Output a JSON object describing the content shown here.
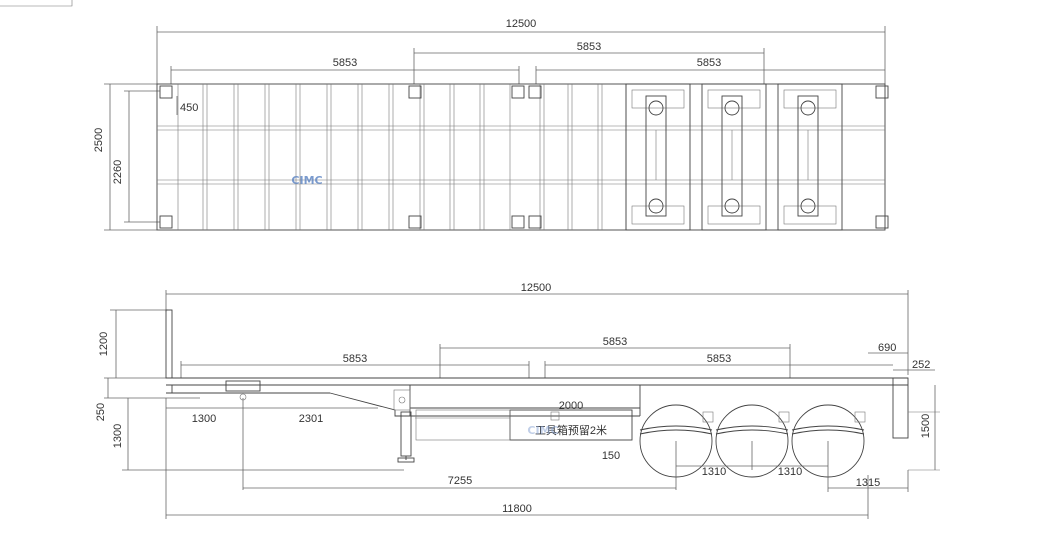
{
  "watermark": "CIMC",
  "watermark_color": "#5f86c4",
  "top_view": {
    "overall_length": "12500",
    "container_spacing_left": "5853",
    "container_spacing_mid": "5853",
    "container_spacing_right": "5853",
    "width": "2500",
    "inner_width": "2260",
    "corner_offset": "450"
  },
  "side_view": {
    "overall_length": "12500",
    "headboard_height": "1200",
    "spacing_left": "5853",
    "spacing_mid": "5853",
    "spacing_right": "5853",
    "rear_overhang": "690",
    "rear_small": "252",
    "frame_step": "250",
    "gooseneck_height": "1300",
    "kingpin_offset": "1300",
    "gooseneck_length": "2301",
    "toolbox_length": "2000",
    "toolbox_label": "工具箱预留2米",
    "bumper_gap": "150",
    "axle_spacing_1": "1310",
    "axle_spacing_2": "1310",
    "rear_axle_to_end": "1315",
    "kingpin_to_axle": "7255",
    "frame_length": "11800",
    "deck_height": "1500"
  }
}
